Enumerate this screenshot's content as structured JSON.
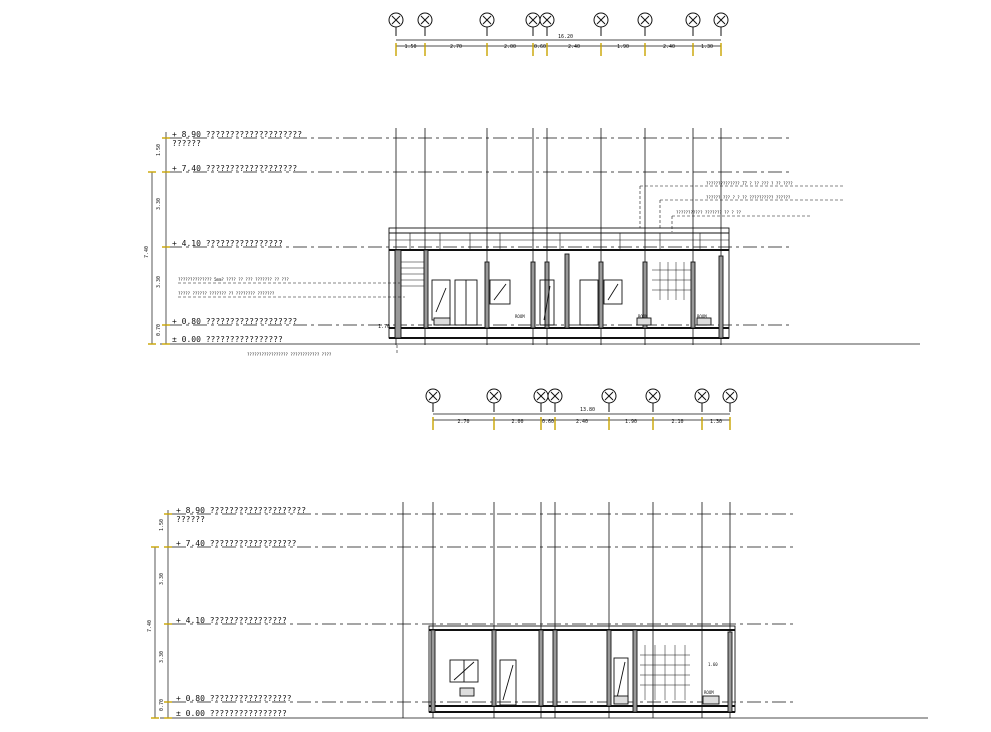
{
  "sections": [
    {
      "id": "section-upper",
      "grid_bubble_label": "X",
      "total_dimension": "16.20",
      "dimensions": [
        "1.50",
        "2.70",
        "2.00",
        "0.60",
        "2.40",
        "1.90",
        "2.40",
        "1.30"
      ],
      "levels": [
        {
          "value": "+ 8.90",
          "label": "????????????????????",
          "note": "??????"
        },
        {
          "value": "+ 7.40",
          "label": "???????????????????"
        },
        {
          "value": "+ 4.10",
          "label": "????????????????"
        },
        {
          "value": "+ 0.80",
          "label": "???????????????????"
        },
        {
          "value": "± 0.00",
          "label": "????????????????"
        }
      ],
      "vertical_dims": [
        "1.50",
        "3.30",
        "3.30",
        "0.70"
      ],
      "total_vertical": "7.40",
      "sub_vertical": "1.70",
      "room_labels": [
        "ROOM",
        "ROOM",
        "ROOM"
      ],
      "annotations": [
        "?????????????? 77 ? ?? ??? ? ?? ????",
        "?????? ??? ? ? ?? ?????????? ??????",
        "??????????? ??????? ?? ? ??",
        "?????????????? 5mm? ???? ?? ??? ??????? ?? ???",
        "????? ?????? ??????? ?? ???????? ???????",
        "????????????????? ???????????? ????"
      ]
    },
    {
      "id": "section-lower",
      "grid_bubble_label": "X",
      "total_dimension": "13.80",
      "dimensions": [
        "2.70",
        "2.00",
        "0.60",
        "2.40",
        "1.90",
        "2.10",
        "1.30"
      ],
      "levels": [
        {
          "value": "+ 8.90",
          "label": "????????????????????",
          "note": "??????"
        },
        {
          "value": "+ 7.40",
          "label": "??????????????????"
        },
        {
          "value": "+ 4.10",
          "label": "????????????????"
        },
        {
          "value": "+ 0.80",
          "label": "?????????????????"
        },
        {
          "value": "± 0.00",
          "label": "????????????????"
        }
      ],
      "vertical_dims": [
        "1.50",
        "3.30",
        "3.30",
        "0.70"
      ],
      "total_vertical": "7.40",
      "room_labels": [
        "ROOM"
      ],
      "small_dims": [
        "1.60"
      ]
    }
  ]
}
